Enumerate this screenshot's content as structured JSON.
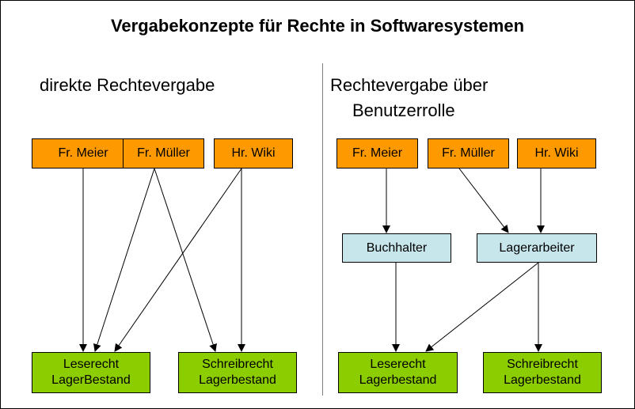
{
  "title": "Vergabekonzepte für Rechte in Softwaresystemen",
  "left": {
    "heading": "direkte Rechtevergabe",
    "users": [
      "Fr. Meier",
      "Fr. Müller",
      "Hr. Wiki"
    ],
    "rights": [
      "Leserecht\nLagerBestand",
      "Schreibrecht\nLagerbestand"
    ]
  },
  "right": {
    "heading_line1": "Rechtevergabe über",
    "heading_line2": "Benutzerrolle",
    "users": [
      "Fr. Meier",
      "Fr. Müller",
      "Hr. Wiki"
    ],
    "roles": [
      "Buchhalter",
      "Lagerarbeiter"
    ],
    "rights": [
      "Leserecht\nLagerbestand",
      "Schreibrecht\nLagerbestand"
    ]
  },
  "colors": {
    "user_box": "#ff9900",
    "role_box": "#c6e6ec",
    "right_box": "#8ccd00",
    "arrow": "#000000"
  }
}
